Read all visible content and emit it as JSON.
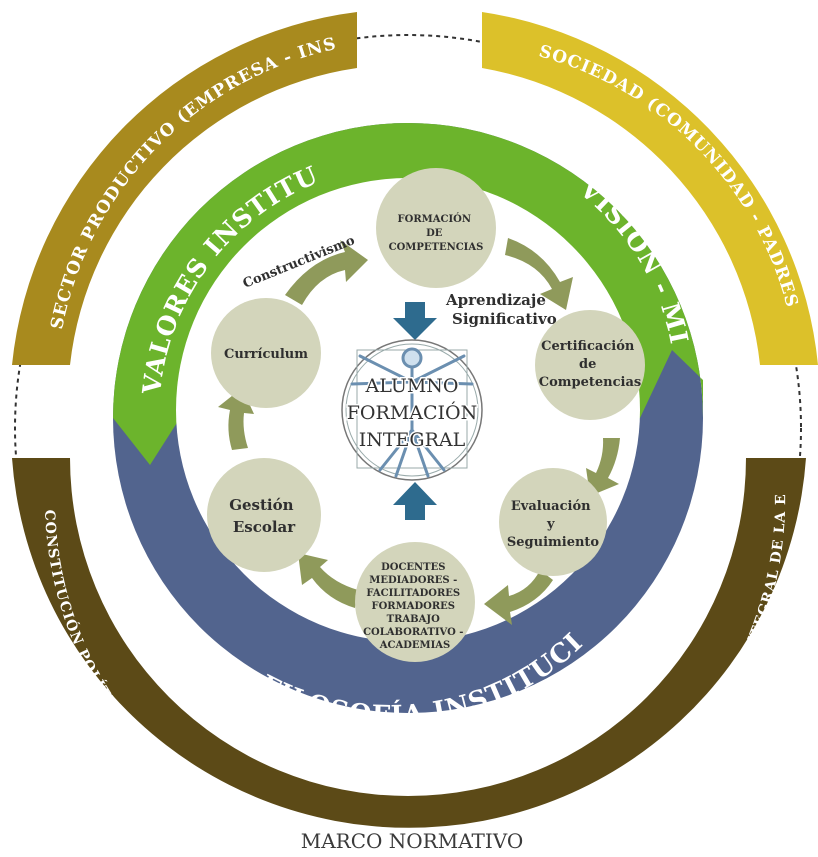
{
  "rings": {
    "sector_productivo": "SECTOR PRODUCTIVO (EMPRESA - INSTITUCIONES)",
    "sociedad": "SOCIEDAD (COMUNIDAD - PADRES DE FAMILIA)",
    "marco_legal": "CONSTITUCIÓN POLÍTICA DE LOS ESTADOS UNIDOS MEXICANOS - LEY GENERAL DE EDUCACIÓN - REFORMA INTEGRAL DE LA EDUCACIÓN MEDIA SUPERIOR",
    "valores": "VALORES INSTITUCIONALES",
    "vision": "VISIÓN - MISIÓN",
    "filosofia": "FILOSOFÍA INSTITUCIONAL"
  },
  "footer_label": "MARCO NORMATIVO",
  "center": {
    "line1": "ALUMNO",
    "line2": "FORMACIÓN",
    "line3": "INTEGRAL"
  },
  "labels": {
    "constructivismo": "Constructivismo",
    "aprendizaje_1": "Aprendizaje",
    "aprendizaje_2": "Significativo"
  },
  "nodes": {
    "formacion": [
      "FORMACIÓN",
      "DE",
      "COMPETENCIAS"
    ],
    "certificacion": [
      "Certificación",
      "de",
      "Competencias"
    ],
    "evaluacion": [
      "Evaluación",
      "y",
      "Seguimiento"
    ],
    "docentes": [
      "DOCENTES",
      "MEDIADORES -",
      "FACILITADORES",
      "FORMADORES",
      "TRABAJO",
      "COLABORATIVO -",
      "ACADEMIAS"
    ],
    "gestion": [
      "Gestión",
      "Escolar"
    ],
    "curriculum": [
      "Currículum"
    ]
  },
  "colors": {
    "sector": "#a88a1e",
    "sociedad": "#dcc12a",
    "marco": "#5c4a17",
    "valores": "#6cb42c",
    "filosofia": "#52648e",
    "node": "#d3d5bb",
    "cycle_arrow": "#8f9a5b",
    "center_arrow": "#2e6b8e"
  }
}
